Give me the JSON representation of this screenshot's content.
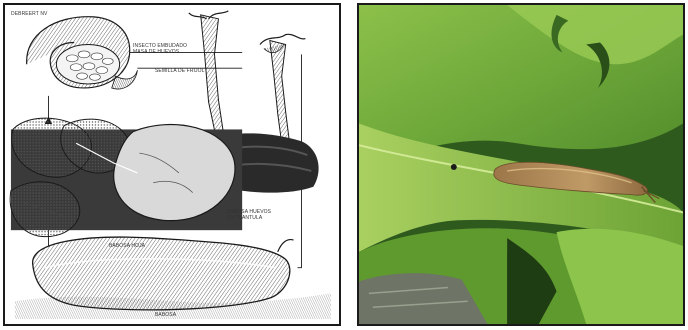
{
  "left_panel": {
    "labels": {
      "corner": "DEBREERT NV",
      "embryo": "INSECTO EMBUDADO MASA DE HUEVOS",
      "seed": "SEMILLA DE FRIJOL",
      "slug_egg": "BABOSA HUEVOS EN PLANTULA",
      "leaf": "BABOSA HOJA",
      "slug": "BABOSA"
    }
  },
  "colors": {
    "ink": "#1a1a1a",
    "leaf_green": "#6fa33a",
    "leaf_light": "#b9d86a",
    "slug_brown": "#b08a5c"
  }
}
